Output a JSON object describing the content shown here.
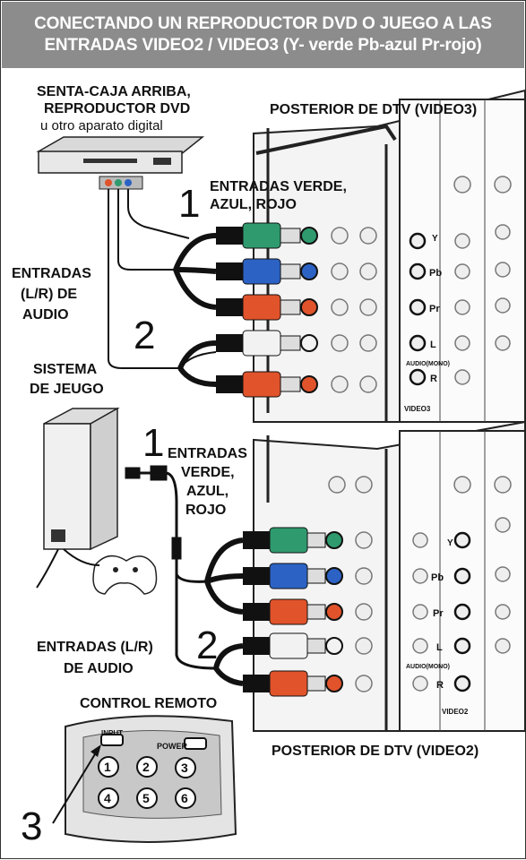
{
  "header": {
    "line1": "CONECTANDO UN REPRODUCTOR DVD O JUEGO A LAS",
    "line2": "ENTRADAS VIDEO2 / VIDEO3 (Y- verde  Pb-azul  Pr-rojo)"
  },
  "top_section": {
    "device_label_line1": "SENTA-CAJA ARRIBA,",
    "device_label_line2": "REPRODUCTOR DVD",
    "device_label_line3": "u otro aparato digital",
    "tv_label": "POSTERIOR DE DTV (VIDEO3)",
    "step1_number": "1",
    "step1_label_line1": "ENTRADAS VERDE,",
    "step1_label_line2": "AZUL, ROJO",
    "audio_label_line1": "ENTRADAS",
    "audio_label_line2": "(L/R) DE",
    "audio_label_line3": "AUDIO",
    "step2_number": "2",
    "panel_labels": [
      "Y",
      "Pb",
      "Pr",
      "L",
      "R"
    ],
    "panel_audio_label": "AUDIO(MONO)",
    "panel_video_label": "VIDEO3"
  },
  "bottom_section": {
    "game_label_line1": "SISTEMA",
    "game_label_line2": "DE JEUGO",
    "step1_number": "1",
    "step1_label_line1": "ENTRADAS",
    "step1_label_line2": "VERDE,",
    "step1_label_line3": "AZUL,",
    "step1_label_line4": "ROJO",
    "audio_label_line1": "ENTRADAS (L/R)",
    "audio_label_line2": "DE AUDIO",
    "step2_number": "2",
    "panel_labels": [
      "Y",
      "Pb",
      "Pr",
      "L",
      "R"
    ],
    "panel_audio_label": "AUDIO(MONO)",
    "panel_video_label": "VIDEO2",
    "tv_label": "POSTERIOR DE DTV (VIDEO2)"
  },
  "remote": {
    "title": "CONTROL REMOTO",
    "input_label": "INPUT",
    "power_label": "POWER",
    "buttons": [
      "1",
      "2",
      "3",
      "4",
      "5",
      "6"
    ],
    "step3_number": "3"
  },
  "colors": {
    "header_bg": "#8c8c8c",
    "green": "#2f9a6e",
    "blue": "#2c62c4",
    "red": "#e0532b",
    "white_plug": "#f2f2f2",
    "cable": "#111111"
  }
}
